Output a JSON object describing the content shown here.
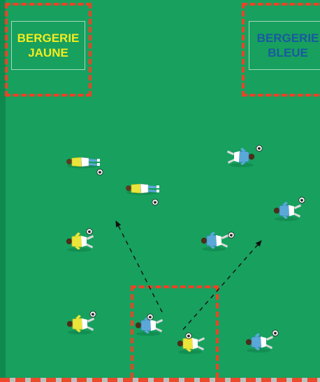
{
  "zones": {
    "jaune": {
      "line1": "BERGERIE",
      "line2": "JAUNE",
      "color": "#f3ec20"
    },
    "bleue": {
      "line1": "BERGERIE",
      "line2": "BLEUE",
      "color": "#1a5aa0"
    }
  },
  "colors": {
    "field": "#17a05e",
    "dashed_zone": "#ea4326",
    "team_yellow": "#eae53a",
    "team_blue": "#5aa8d8",
    "arrow": "#111111"
  },
  "players": [
    {
      "team": "yellow",
      "pose": "lying",
      "has_ball": true
    },
    {
      "team": "yellow",
      "pose": "lying",
      "has_ball": true
    },
    {
      "team": "blue",
      "pose": "dribbling",
      "has_ball": true
    },
    {
      "team": "yellow",
      "pose": "dribbling",
      "has_ball": true
    },
    {
      "team": "blue",
      "pose": "dribbling",
      "has_ball": true
    },
    {
      "team": "blue",
      "pose": "dribbling",
      "has_ball": true
    },
    {
      "team": "yellow",
      "pose": "dribbling",
      "has_ball": true
    },
    {
      "team": "blue",
      "pose": "dribbling",
      "has_ball": true
    },
    {
      "team": "yellow",
      "pose": "dribbling",
      "has_ball": true
    },
    {
      "team": "blue",
      "pose": "dribbling",
      "has_ball": true
    }
  ],
  "arrows": [
    {
      "style": "dashed",
      "direction": "up-left"
    },
    {
      "style": "dashed",
      "direction": "up-right"
    }
  ]
}
